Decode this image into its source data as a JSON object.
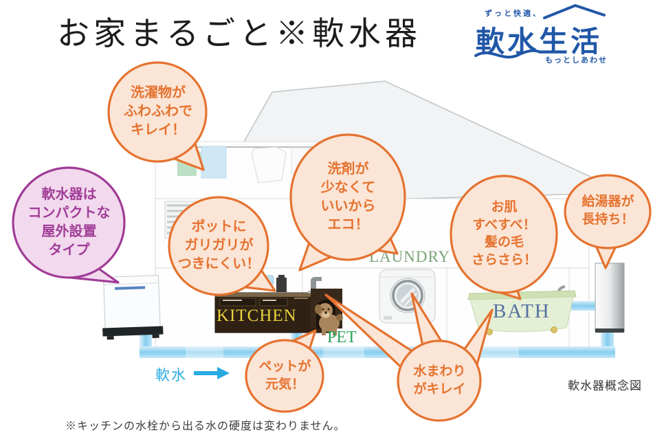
{
  "title": "お家まるごと※軟水器",
  "logo": {
    "top": "ずっと快適、",
    "main": "軟水生活",
    "bottom": "もっとしあわせ"
  },
  "bubbles": {
    "laundry_soft": {
      "text": "洗濯物が\nふわふわで\nキレイ！"
    },
    "detergent": {
      "text": "洗剤が\n少なくて\nいいから\nエコ！"
    },
    "pot": {
      "text": "ポットに\nガリガリが\nつきにくい！"
    },
    "skin": {
      "text": "お肌\nすべすべ！\n髪の毛\nさらさら！"
    },
    "water_heater": {
      "text": "給湯器が\n長持ち！"
    },
    "pet": {
      "text": "ペットが\n元気！"
    },
    "plumbing": {
      "text": "水まわり\nがキレイ"
    },
    "softener": {
      "text": "軟水器は\nコンパクトな\n屋外設置\nタイプ"
    }
  },
  "labels": {
    "kitchen": "KITCHEN",
    "laundry": "LAUNDRY",
    "bath": "BATH",
    "pet": "PET",
    "soft_water": "軟水",
    "caption": "軟水器概念図"
  },
  "footnote": "※キッチンの水栓から出る水の硬度は変わりません。",
  "colors": {
    "orange": "#e5722f",
    "orange_fill": "#fbe5d6",
    "purple": "#a03c96",
    "purple_fill": "#f2d9ee",
    "logo_blue": "#2157a7",
    "water_blue": "#29abe2",
    "pipe_blue": "#85cdee"
  }
}
